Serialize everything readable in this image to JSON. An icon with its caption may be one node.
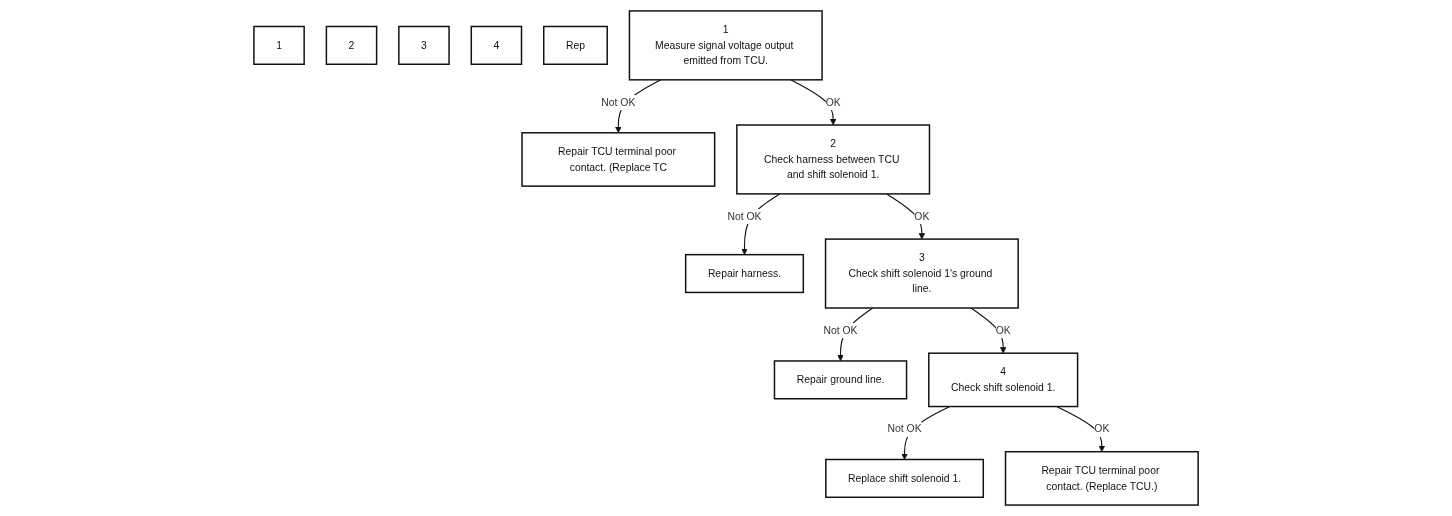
{
  "diagram": {
    "nodes": [
      {
        "text": [
          "1"
        ]
      },
      {
        "text": [
          "2"
        ]
      },
      {
        "text": [
          "3"
        ]
      },
      {
        "text": [
          "4"
        ]
      },
      {
        "text": [
          "Rep"
        ]
      },
      {
        "text": [
          "1",
          "Measure signal voltage output emitted from TCU."
        ]
      },
      {
        "text": [
          "Repair TCU terminal poor contact. (Replace TC"
        ]
      },
      {
        "text": [
          "2",
          "Check harness between TCU and shift solenoid 1."
        ]
      },
      {
        "text": [
          "Repair harness."
        ]
      },
      {
        "text": [
          "3",
          "Check shift solenoid 1's ground line."
        ]
      },
      {
        "text": [
          "Repair ground line."
        ]
      },
      {
        "text": [
          "4",
          "Check shift solenoid 1."
        ]
      },
      {
        "text": [
          "Replace shift solenoid 1."
        ]
      },
      {
        "text": [
          "Repair TCU terminal poor contact. (Replace TCU.)"
        ]
      }
    ],
    "edges": [
      {
        "from": 5,
        "to": 6,
        "arrow": "to",
        "label": "Not OK"
      },
      {
        "from": 5,
        "to": 7,
        "arrow": "to",
        "label": "OK"
      },
      {
        "from": 7,
        "to": 8,
        "arrow": "to",
        "label": "Not OK"
      },
      {
        "from": 7,
        "to": 9,
        "arrow": "to",
        "label": "OK"
      },
      {
        "from": 9,
        "to": 10,
        "arrow": "to",
        "label": "Not OK"
      },
      {
        "from": 9,
        "to": 11,
        "arrow": "to",
        "label": "OK"
      },
      {
        "from": 11,
        "to": 12,
        "arrow": "to",
        "label": "Not OK"
      },
      {
        "from": 11,
        "to": 13,
        "arrow": "to",
        "label": "OK"
      }
    ]
  }
}
